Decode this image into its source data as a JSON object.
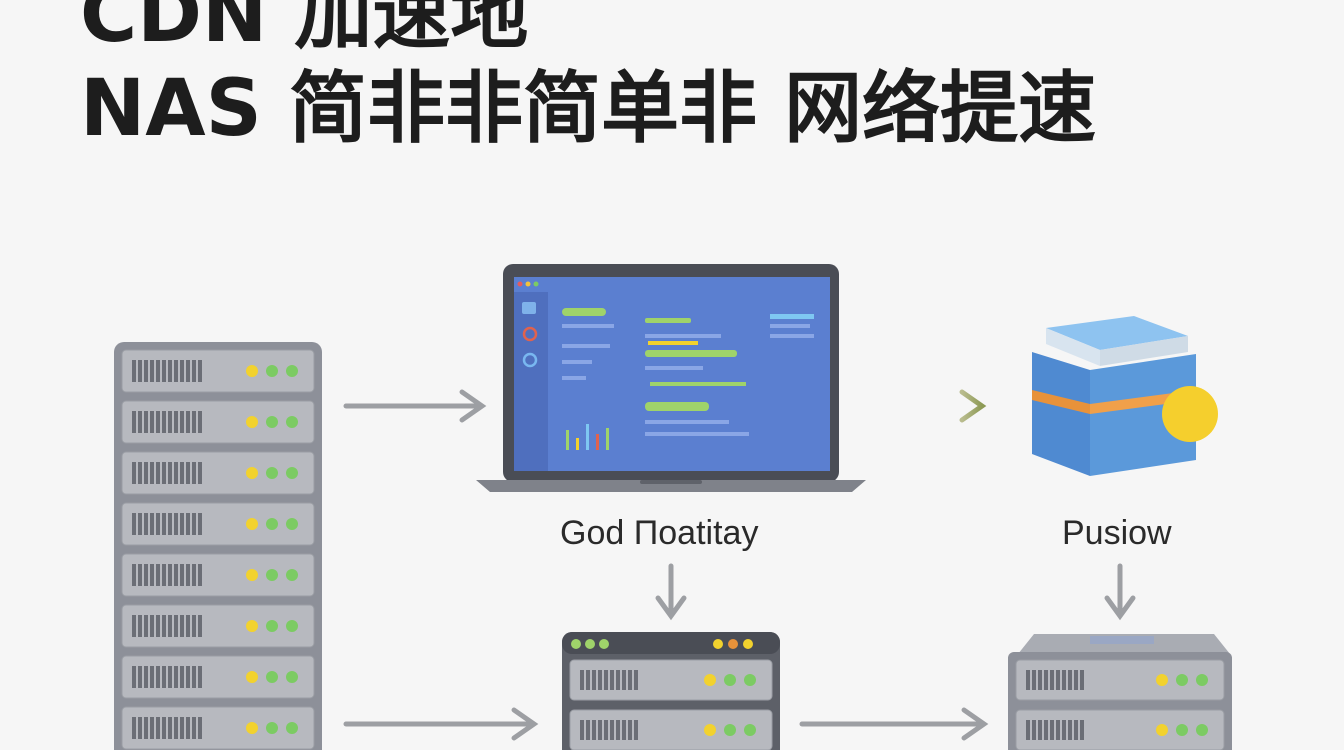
{
  "title": {
    "line1": "CDN 加速地",
    "line2": "NAS 简非非简单非 网络提速"
  },
  "labels": {
    "middle": "God Πoatitay",
    "right": "Pusiow"
  },
  "colors": {
    "background": "#f6f6f6",
    "rack": "#8d9099",
    "panel": "#b7b9bf",
    "screen": "#5b7fd0",
    "accent_green": "#9fd36a",
    "led_yellow": "#f2d22e",
    "led_green": "#6ec05a",
    "box_blue": "#5b99da",
    "stripe_orange": "#e8923a",
    "coin": "#f5cf2d",
    "arrow": "#9d9fa3"
  },
  "icons": {
    "left": "server-rack-icon",
    "laptop": "laptop-dashboard-icon",
    "storage": "storage-box-icon",
    "mid_server": "server-icon",
    "right_server": "server-icon"
  }
}
